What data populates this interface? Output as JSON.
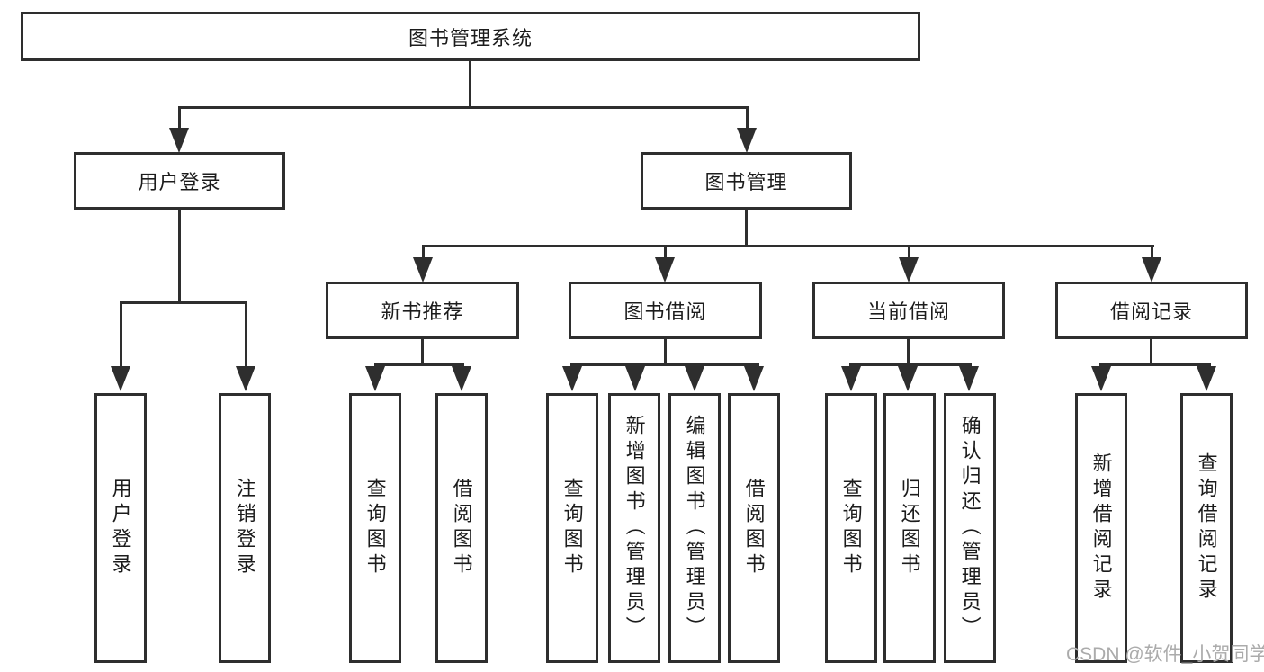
{
  "diagram": {
    "title": "图书管理系统",
    "level2": [
      {
        "label": "用户登录"
      },
      {
        "label": "图书管理"
      }
    ],
    "level3": [
      {
        "label": "新书推荐"
      },
      {
        "label": "图书借阅"
      },
      {
        "label": "当前借阅"
      },
      {
        "label": "借阅记录"
      }
    ],
    "login_children": [
      {
        "label": "用户登录"
      },
      {
        "label": "注销登录"
      }
    ],
    "recommend_children": [
      {
        "label": "查询图书"
      },
      {
        "label": "借阅图书"
      }
    ],
    "borrow_children": [
      {
        "label": "查询图书"
      },
      {
        "label": "新增图书（管理员）"
      },
      {
        "label": "编辑图书（管理员）"
      },
      {
        "label": "借阅图书"
      }
    ],
    "current_children": [
      {
        "label": "查询图书"
      },
      {
        "label": "归还图书"
      },
      {
        "label": "确认归还（管理员）"
      }
    ],
    "record_children": [
      {
        "label": "新增借阅记录"
      },
      {
        "label": "查询借阅记录"
      }
    ]
  },
  "watermark": {
    "text": "CSDN @软件_小贺同学"
  },
  "colors": {
    "line": "#2e2e2e",
    "text": "#1c1c1c",
    "background": "#ffffff",
    "watermark": "#ababab"
  }
}
